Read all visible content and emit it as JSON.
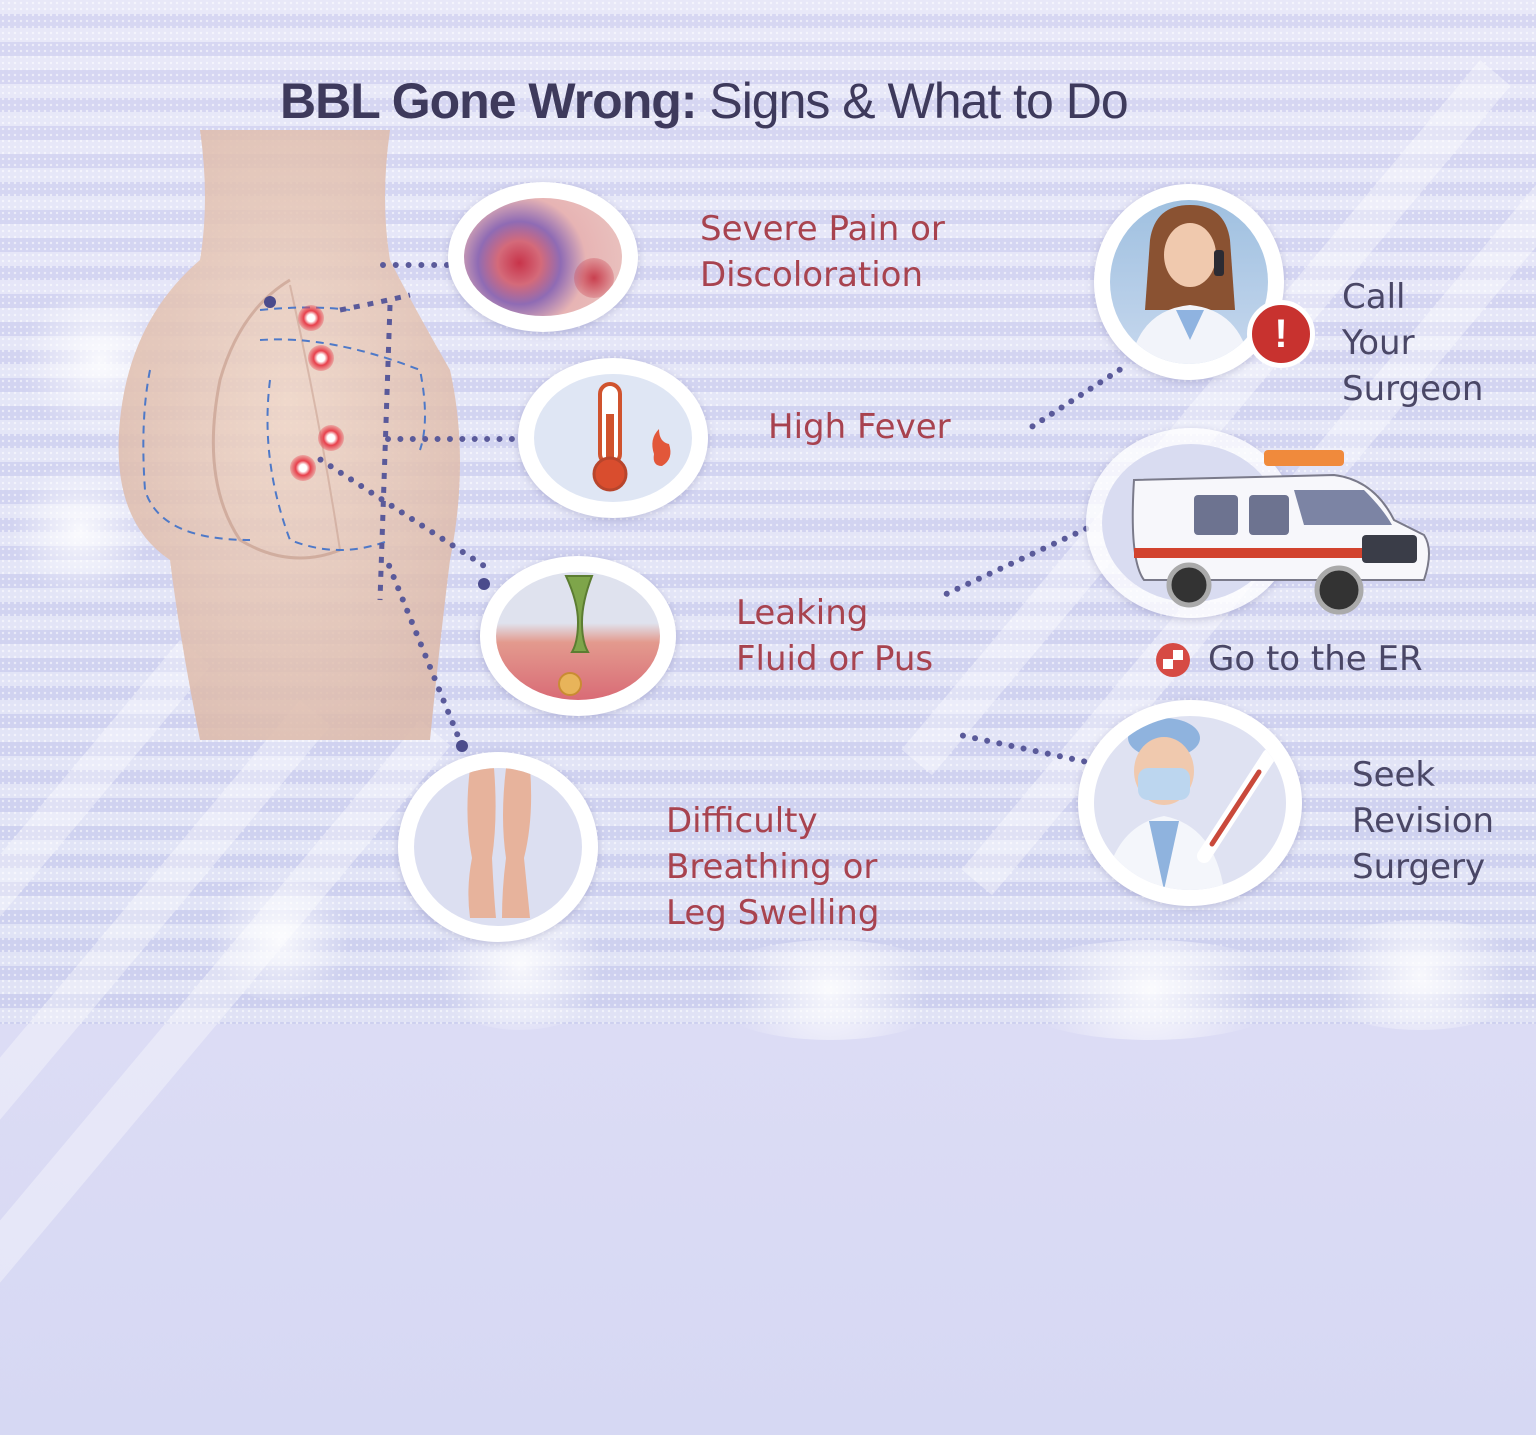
{
  "title": {
    "bold": "BBL Gone Wrong:",
    "light": " Signs & What to Do"
  },
  "signs": [
    {
      "label_line1": "Severe Pain or",
      "label_line2": "Discoloration",
      "icon": "bruised-skin-icon"
    },
    {
      "label_line1": "High Fever",
      "label_line2": "",
      "icon": "thermometer-icon"
    },
    {
      "label_line1": "Leaking",
      "label_line2": "Fluid or Pus",
      "icon": "wound-drainage-icon"
    },
    {
      "label_line1": "Difficulty",
      "label_line2": "Breathing or",
      "label_line3": "Leg Swelling",
      "icon": "swollen-legs-icon"
    }
  ],
  "actions": [
    {
      "label_line1": "Call",
      "label_line2": "Your",
      "label_line3": "Surgeon",
      "icon": "doctor-phone-icon",
      "badge": "!"
    },
    {
      "label": "Go to the ER",
      "icon": "ambulance-icon"
    },
    {
      "label_line1": "Seek",
      "label_line2": "Revision",
      "label_line3": "Surgery",
      "icon": "surgeon-icon"
    }
  ],
  "colors": {
    "sign_text": "#a8434f",
    "action_text": "#4a4766",
    "title_text": "#3e3a5c",
    "connector": "#5a5a9a",
    "alert_red": "#c8322f",
    "background": "#d8daf4"
  }
}
